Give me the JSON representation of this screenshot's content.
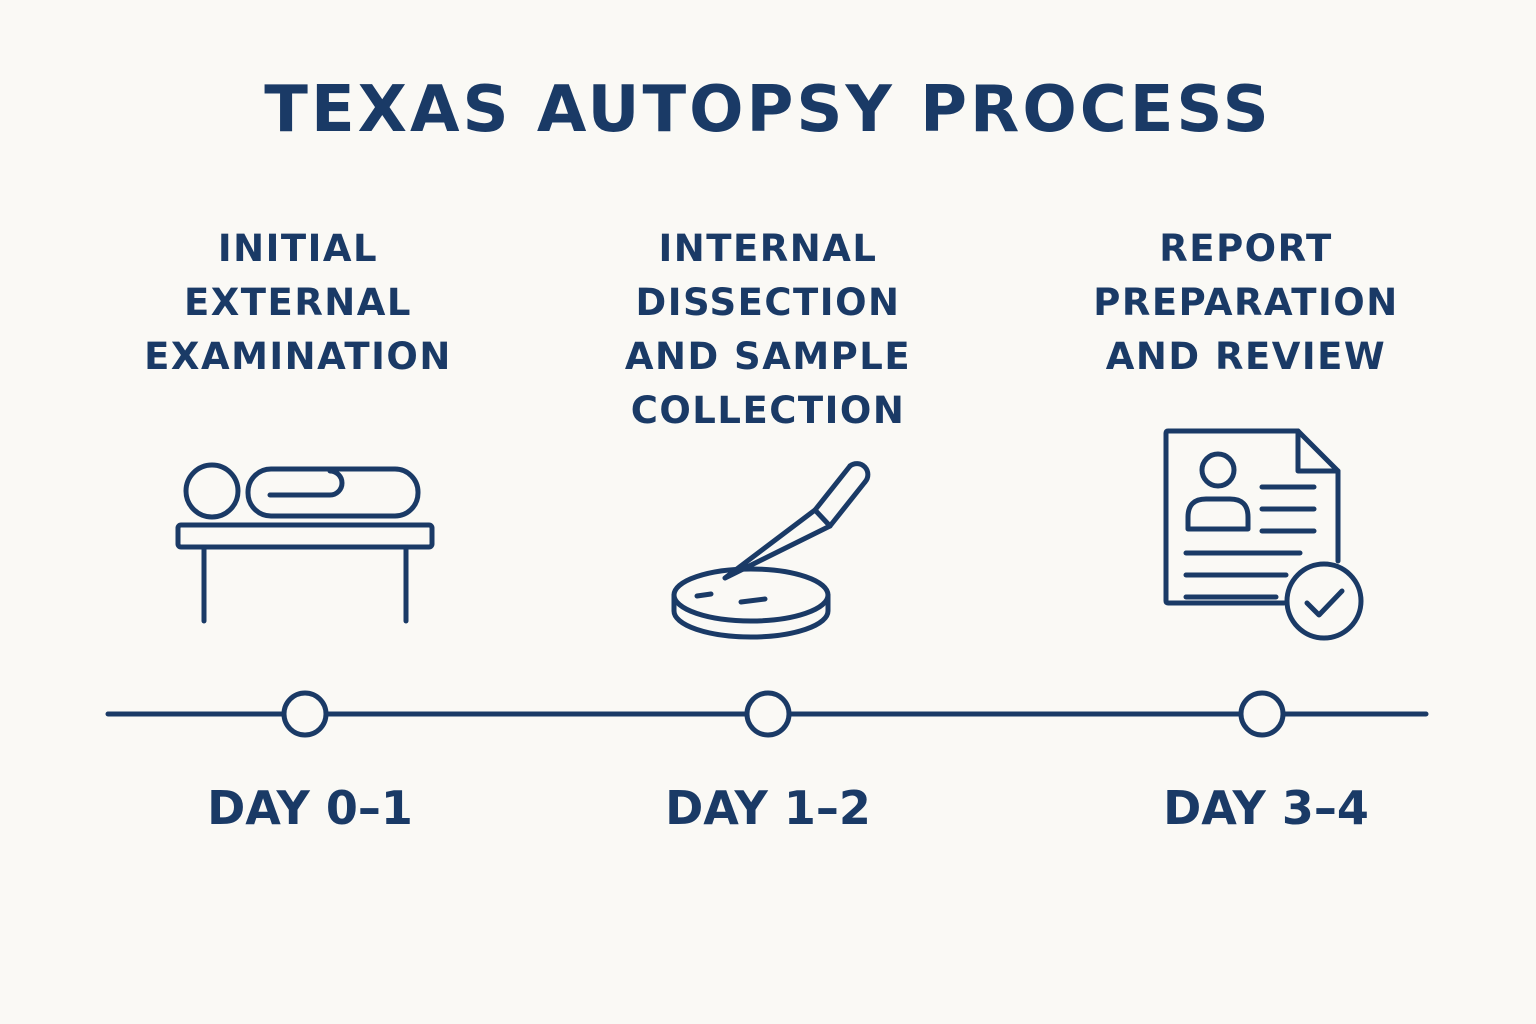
{
  "title": "TEXAS AUTOPSY PROCESS",
  "colors": {
    "primary": "#1a3a66",
    "background": "#faf9f5"
  },
  "stages": [
    {
      "label_lines": [
        "INITIAL",
        "EXTERNAL",
        "EXAMINATION"
      ],
      "icon": "body-on-table-icon",
      "day": "DAY 0–1"
    },
    {
      "label_lines": [
        "INTERNAL",
        "DISSECTION",
        "AND SAMPLE",
        "COLLECTION"
      ],
      "icon": "scalpel-petri-dish-icon",
      "day": "DAY 1–2"
    },
    {
      "label_lines": [
        "REPORT",
        "PREPARATION",
        "AND REVIEW"
      ],
      "icon": "report-document-check-icon",
      "day": "DAY 3–4"
    }
  ]
}
